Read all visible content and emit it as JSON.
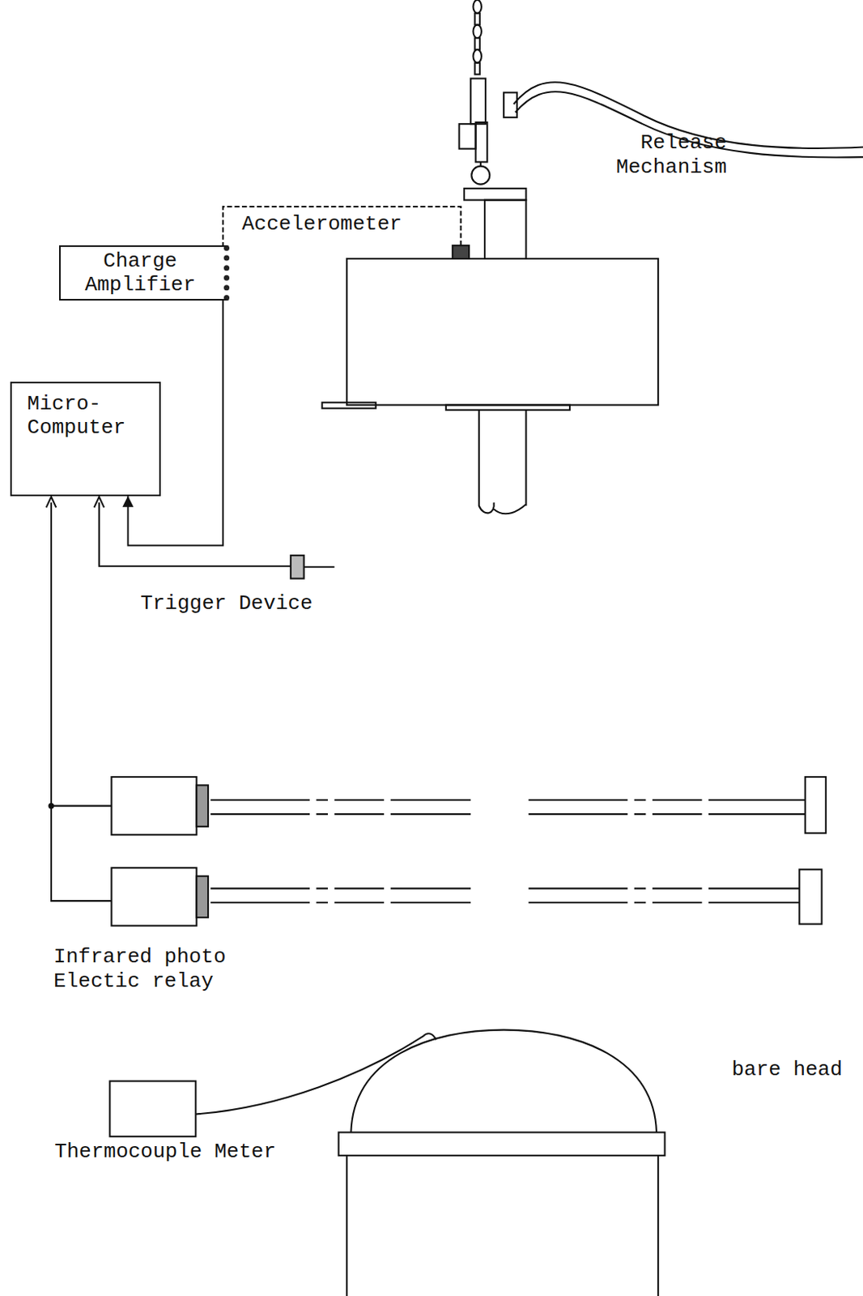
{
  "diagram": {
    "nodes": [
      {
        "text": [
          "Charge Amplifier"
        ]
      },
      {
        "text": [
          "Micro- Computer"
        ]
      }
    ],
    "edges": [
      {
        "from": 0,
        "to": 1,
        "arrow": "to"
      }
    ],
    "labels": [
      "Release Mechanism",
      "Accelerometer",
      "Trigger Device",
      "Infrared photo Electic relay",
      "bare head",
      "Thermocouple Meter"
    ]
  }
}
